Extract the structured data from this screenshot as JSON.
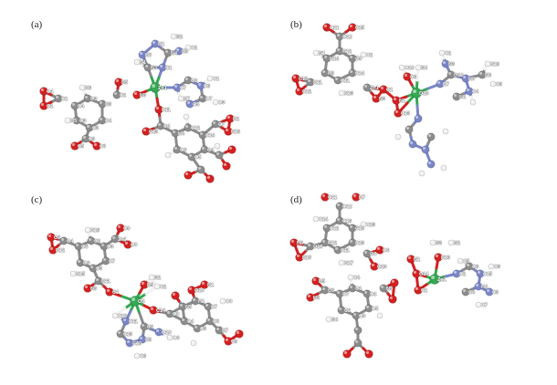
{
  "panels": [
    {
      "id": "a",
      "label": "(a)",
      "atom_labels": [
        "H8",
        "H1",
        "N4",
        "C1",
        "N3",
        "N1",
        "H9",
        "N2",
        "C2",
        "Zn1",
        "N3",
        "C2",
        "N5",
        "H3",
        "O3",
        "O4",
        "O3",
        "C3",
        "C4",
        "C1",
        "O4",
        "O1",
        "H5",
        "C9",
        "C5",
        "C8",
        "H6",
        "C7",
        "O2",
        "C6",
        "O7",
        "O5",
        "H7",
        "C1",
        "O3",
        "C11",
        "C4",
        "C13",
        "H4",
        "C12",
        "C14",
        "O4",
        "O5",
        "O6",
        "O7",
        "H2",
        "H10"
      ]
    },
    {
      "id": "b",
      "label": "(b)",
      "atom_labels": [
        "O12",
        "O11",
        "C15",
        "H12",
        "H14",
        "H9",
        "C11",
        "C14",
        "O9",
        "N1",
        "C2",
        "H11",
        "C10",
        "C12",
        "H13",
        "Zn1",
        "N3",
        "C1",
        "O13",
        "C6",
        "O10",
        "N4",
        "N1",
        "C13",
        "H7",
        "O12",
        "H8",
        "C4",
        "N4",
        "N3",
        "C2",
        "N6",
        "H10",
        "C9"
      ]
    },
    {
      "id": "c",
      "label": "(c)",
      "atom_labels": [
        "O4",
        "O2",
        "H12",
        "O6",
        "C2",
        "O3",
        "C7",
        "C3",
        "O6",
        "H16",
        "H15",
        "Zn1",
        "O9",
        "O8",
        "H11",
        "N3",
        "C1",
        "O5",
        "H5",
        "N2",
        "C2",
        "C14",
        "O8",
        "C11",
        "C12",
        "C13",
        "C10",
        "H9",
        "C9",
        "C6",
        "O10",
        "O6",
        "N5",
        "H1",
        "C7",
        "C8",
        "C3",
        "O4",
        "O10",
        "N1",
        "O8",
        "H7",
        "C9"
      ]
    },
    {
      "id": "d",
      "label": "(d)",
      "atom_labels": [
        "O12",
        "O11",
        "H7",
        "C16",
        "C12",
        "H12",
        "C11",
        "C13",
        "C10",
        "C14",
        "C13",
        "O10",
        "H8",
        "H18",
        "H17",
        "O8",
        "O6",
        "O13",
        "Zn1",
        "H10",
        "N3",
        "N2",
        "O14",
        "C1",
        "N1",
        "C2",
        "C6",
        "C15",
        "H4",
        "C4",
        "C5",
        "C3",
        "C9",
        "C7",
        "C8",
        "H5",
        "H3",
        "O7",
        "O1",
        "O2",
        "O5",
        "O9",
        "C2",
        "C4",
        "N4",
        "N5"
      ]
    }
  ],
  "colors": {
    "carbon": "#8c8c8c",
    "oxygen": "#d42020",
    "nitrogen": "#7a86c8",
    "hydrogen": "#f2f2f2",
    "zinc": "#34a853",
    "background": "#ffffff"
  }
}
